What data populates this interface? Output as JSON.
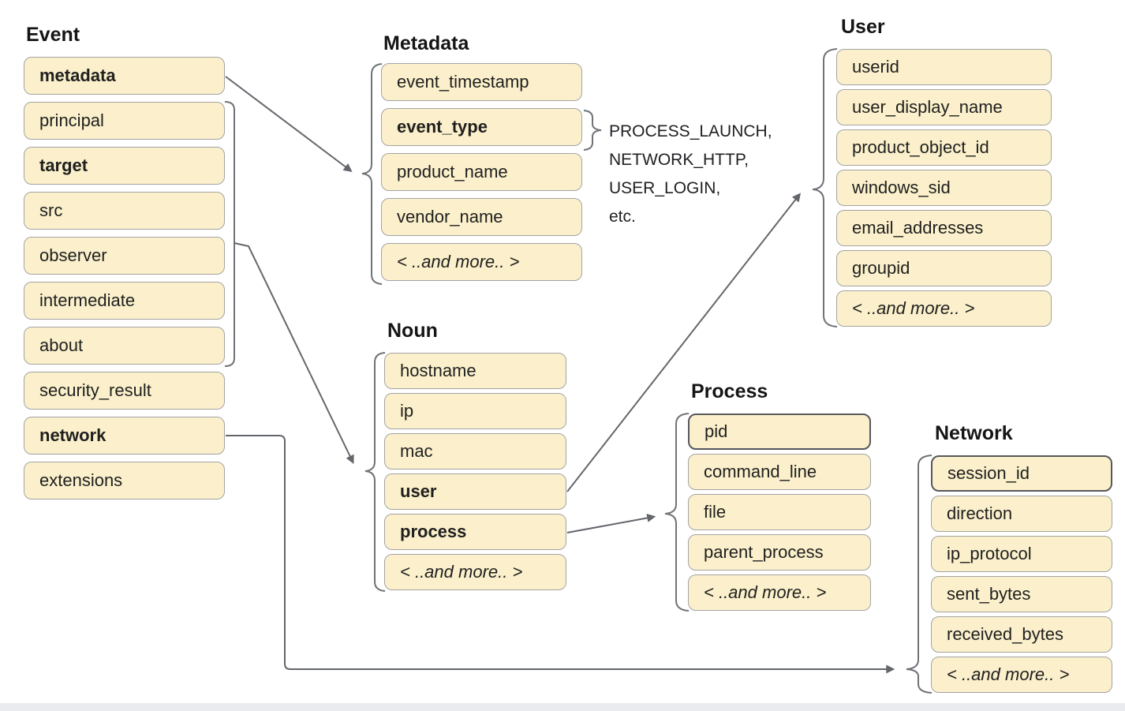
{
  "groups": [
    {
      "id": "event",
      "title": "Event",
      "fields": [
        {
          "label": "metadata",
          "bold": true
        },
        {
          "label": "principal"
        },
        {
          "label": "target",
          "bold": true
        },
        {
          "label": "src"
        },
        {
          "label": "observer"
        },
        {
          "label": "intermediate"
        },
        {
          "label": "about"
        },
        {
          "label": "security_result"
        },
        {
          "label": "network",
          "bold": true
        },
        {
          "label": "extensions"
        }
      ]
    },
    {
      "id": "metadata",
      "title": "Metadata",
      "fields": [
        {
          "label": "event_timestamp"
        },
        {
          "label": "event_type",
          "bold": true
        },
        {
          "label": "product_name"
        },
        {
          "label": "vendor_name"
        },
        {
          "label": "< ..and more.. >",
          "italic": true
        }
      ]
    },
    {
      "id": "user",
      "title": "User",
      "fields": [
        {
          "label": "userid"
        },
        {
          "label": "user_display_name"
        },
        {
          "label": "product_object_id"
        },
        {
          "label": "windows_sid"
        },
        {
          "label": "email_addresses"
        },
        {
          "label": "groupid"
        },
        {
          "label": "< ..and more.. >",
          "italic": true
        }
      ]
    },
    {
      "id": "noun",
      "title": "Noun",
      "fields": [
        {
          "label": "hostname"
        },
        {
          "label": "ip"
        },
        {
          "label": "mac"
        },
        {
          "label": "user",
          "bold": true
        },
        {
          "label": "process",
          "bold": true
        },
        {
          "label": "< ..and more.. >",
          "italic": true
        }
      ]
    },
    {
      "id": "process",
      "title": "Process",
      "fields": [
        {
          "label": "pid",
          "emphasis": true
        },
        {
          "label": "command_line"
        },
        {
          "label": "file"
        },
        {
          "label": "parent_process"
        },
        {
          "label": "< ..and more.. >",
          "italic": true
        }
      ]
    },
    {
      "id": "network",
      "title": "Network",
      "fields": [
        {
          "label": "session_id",
          "emphasis": true
        },
        {
          "label": "direction"
        },
        {
          "label": "ip_protocol"
        },
        {
          "label": "sent_bytes"
        },
        {
          "label": "received_bytes"
        },
        {
          "label": "< ..and more.. >",
          "italic": true
        }
      ]
    }
  ],
  "event_type_values": {
    "lines": [
      "PROCESS_LAUNCH,",
      "NETWORK_HTTP,",
      "USER_LOGIN,",
      "etc."
    ]
  },
  "colors": {
    "field_fill": "#FBF0CB",
    "field_border": "#A3A3A3",
    "field_border_emphasis": "#55585C",
    "connector": "#63666B",
    "text": "#1F1F1F"
  }
}
